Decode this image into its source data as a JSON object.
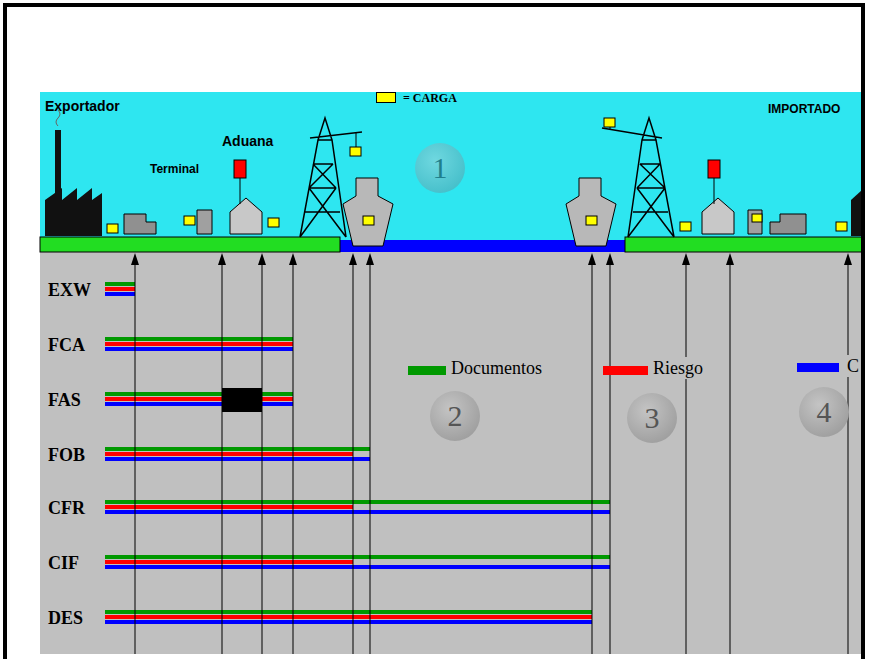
{
  "diagram": {
    "nodes": [
      {
        "text": [
          "1"
        ]
      },
      {
        "text": [
          "2"
        ]
      },
      {
        "text": [
          "3"
        ]
      },
      {
        "text": [
          "4"
        ]
      }
    ],
    "labels": [
      "Exportador",
      "Aduana",
      "Terminal",
      "IMPORTADO",
      "EXW",
      "FCA",
      "FAS",
      "FOB",
      "CFR",
      "CIF",
      "DES"
    ],
    "legend": [
      {
        "text": "= CARGA",
        "color": "#ffff00"
      },
      {
        "text": "Documentos",
        "color": "#009900"
      },
      {
        "text": "Riesgo",
        "color": "#ff0000"
      },
      {
        "text": "C",
        "color": "#0000ff"
      }
    ]
  }
}
